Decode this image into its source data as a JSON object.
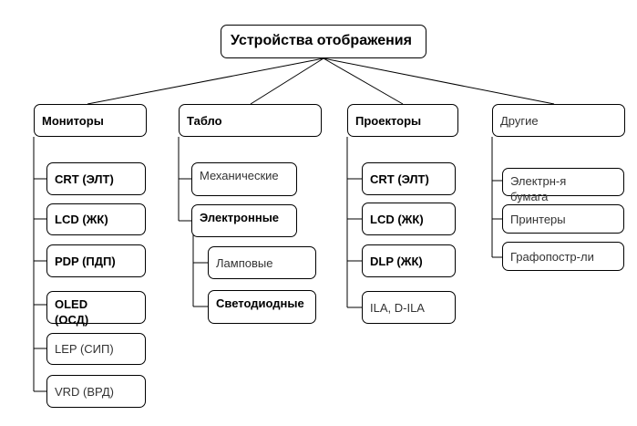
{
  "root": {
    "label": "Устройства отображения"
  },
  "categories": [
    {
      "label": "Мониторы",
      "children": [
        "CRT (ЭЛТ)",
        "LCD (ЖК)",
        "PDP (ПДП)",
        "OLED (ОСД)",
        "LEP (СИП)",
        "VRD (ВРД)"
      ]
    },
    {
      "label": "Табло",
      "children": [
        "Механические",
        "Электронные"
      ],
      "subchildren": [
        "Ламповые",
        "Светодиодные"
      ]
    },
    {
      "label": "Проекторы",
      "children": [
        "CRT (ЭЛТ)",
        "LCD (ЖК)",
        "DLP (ЖК)",
        "ILA, D-ILA"
      ]
    },
    {
      "label": "Другие",
      "children": [
        "Электрн-я бумага",
        "Принтеры",
        "Графопостр-ли"
      ]
    }
  ]
}
